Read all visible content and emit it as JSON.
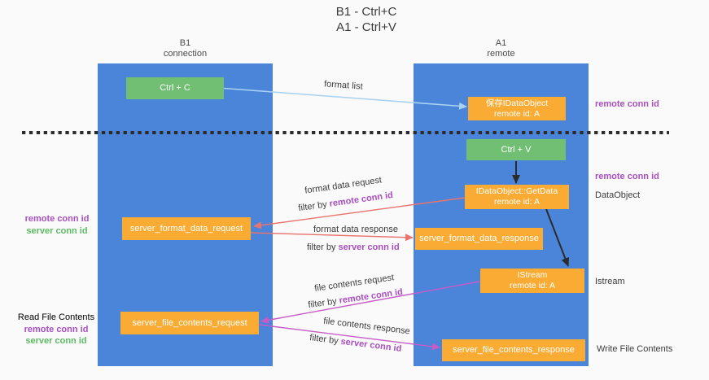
{
  "title": {
    "line1": "B1 - Ctrl+C",
    "line2": "A1 - Ctrl+V"
  },
  "lifelines": {
    "b1": {
      "name": "B1",
      "role": "connection"
    },
    "a1": {
      "name": "A1",
      "role": "remote"
    }
  },
  "boxes": {
    "ctrl_c": {
      "label": "Ctrl + C"
    },
    "save_dataobject": {
      "title": "保存IDataObject",
      "subtitle": "remote id: A"
    },
    "ctrl_v": {
      "label": "Ctrl + V"
    },
    "getdata": {
      "title": "IDataObject::GetData",
      "subtitle": "remote id: A"
    },
    "format_request": {
      "label": "server_format_data_request"
    },
    "format_response": {
      "label": "server_format_data_response"
    },
    "istream": {
      "title": "IStream",
      "subtitle": "remote id: A"
    },
    "file_request": {
      "label": "server_file_contents_request"
    },
    "file_response": {
      "label": "server_file_contents_response"
    }
  },
  "flows": {
    "format_list": {
      "label": "format list"
    },
    "format_request": {
      "label": "format data request",
      "filter_prefix": "filter by",
      "filter_id": "remote conn id"
    },
    "format_response": {
      "label": "format data response",
      "filter_prefix": "filter by",
      "filter_id": "server conn id"
    },
    "file_request": {
      "label": "file contents request",
      "filter_prefix": "filter by",
      "filter_id": "remote conn id"
    },
    "file_response": {
      "label": "file contents response",
      "filter_prefix": "filter by",
      "filter_id": "server conn id"
    }
  },
  "side_labels": {
    "right_remote_conn_top": "remote conn id",
    "right_remote_conn_mid": "remote conn id",
    "right_dataobject": "DataObject",
    "right_istream": "Istream",
    "right_write_file": "Write File Contents",
    "left_remote_conn_mid": "remote conn id",
    "left_server_conn_mid": "server conn id",
    "left_read_file": "Read File Contents",
    "left_remote_conn_bottom": "remote conn id",
    "left_server_conn_bottom": "server conn id"
  },
  "colors": {
    "column_blue": "#4b85d9",
    "box_green": "#71bf73",
    "box_orange": "#f9ab33",
    "arrow_blue": "#a9d2f2",
    "arrow_red": "#e8746f",
    "arrow_magenta": "#c75bc7",
    "arrow_black": "#2b2b2b",
    "text_purple": "#a94fc0",
    "text_green": "#5cbb62",
    "dashed_line": "#2b2b2b",
    "background": "#fafafa"
  }
}
